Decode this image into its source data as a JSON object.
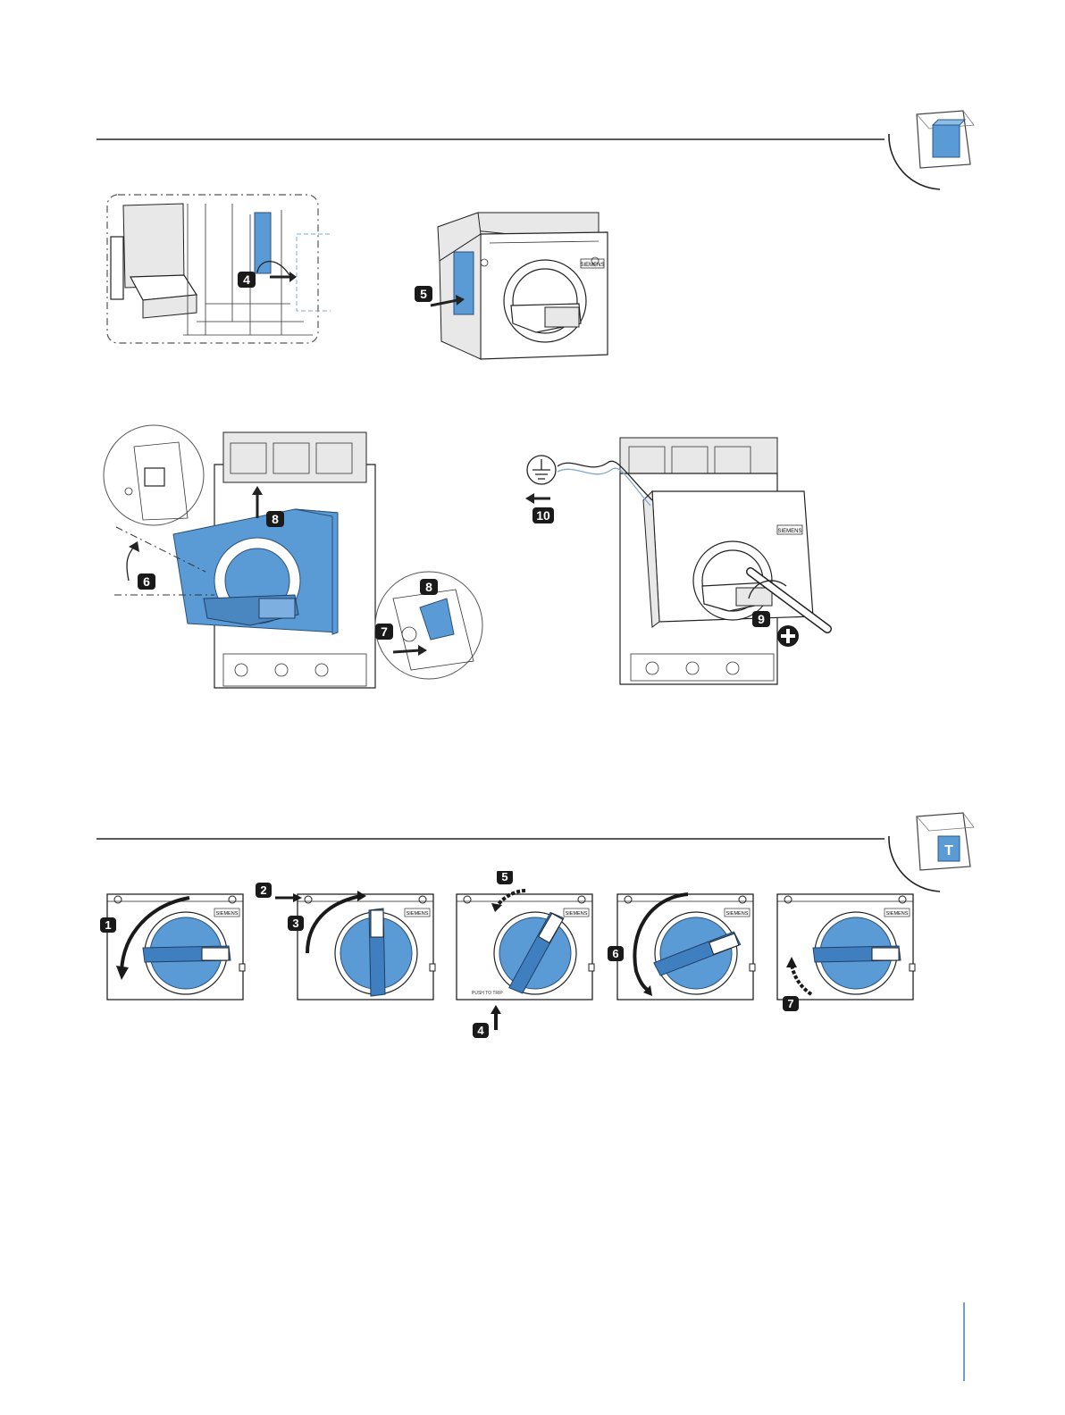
{
  "brand_label": "SIEMENS",
  "small_label": "PUSH TO TRIP",
  "step_labels": {
    "s4a": "4",
    "s5a": "5",
    "s6": "6",
    "s7": "7",
    "s8a": "8",
    "s8b": "8",
    "s9": "9",
    "s10": "10",
    "r1": "1",
    "r2": "2",
    "r3": "3",
    "r4": "4",
    "r5": "5",
    "r6": "6",
    "r7": "7"
  },
  "section_icons": [
    "cube-icon",
    "cube-t-icon"
  ],
  "colors": {
    "accent_blue": "#5b9bd5",
    "line": "#222222",
    "badge": "#1a1a1a"
  }
}
